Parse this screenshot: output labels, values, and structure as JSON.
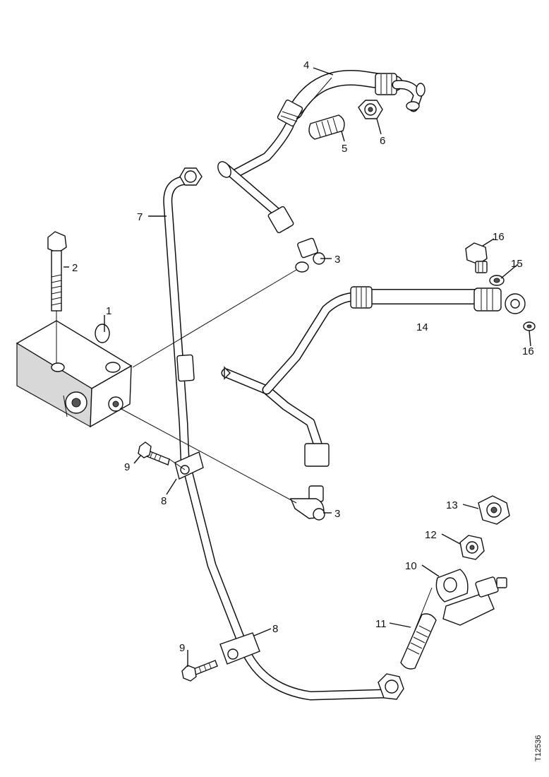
{
  "callouts": {
    "c1": "1",
    "c2": "2",
    "c3a": "3",
    "c3b": "3",
    "c4": "4",
    "c5": "5",
    "c6": "6",
    "c7": "7",
    "c8a": "8",
    "c8b": "8",
    "c9a": "9",
    "c9b": "9",
    "c10": "10",
    "c11": "11",
    "c12": "12",
    "c13": "13",
    "c14": "14",
    "c15": "15",
    "c16a": "16",
    "c16b": "16"
  },
  "reference_code": "T12536"
}
